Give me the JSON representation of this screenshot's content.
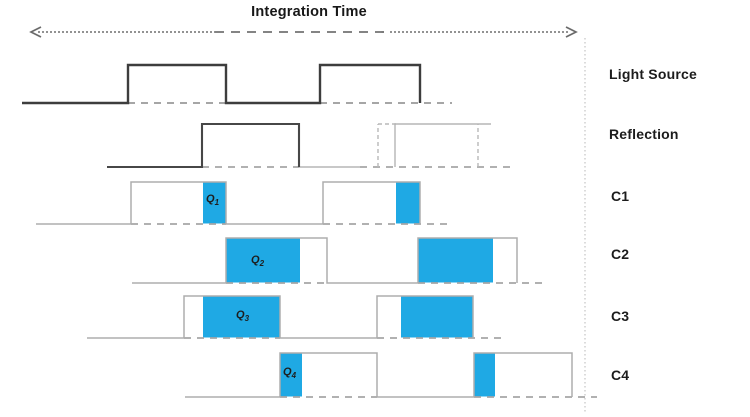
{
  "title": "Integration Time",
  "colors": {
    "accent_blue": "#1FA9E4",
    "waveform_dark": "#3d3d3d",
    "waveform_gray": "#adadad",
    "text": "#1c1c1c"
  },
  "rows": [
    {
      "label": "Light Source"
    },
    {
      "label": "Reflection"
    },
    {
      "label": "C1"
    },
    {
      "label": "C2"
    },
    {
      "label": "C3"
    },
    {
      "label": "C4"
    }
  ],
  "charges": [
    {
      "q": "Q",
      "sub": "1"
    },
    {
      "q": "Q",
      "sub": "2"
    },
    {
      "q": "Q",
      "sub": "3"
    },
    {
      "q": "Q",
      "sub": "4"
    }
  ]
}
